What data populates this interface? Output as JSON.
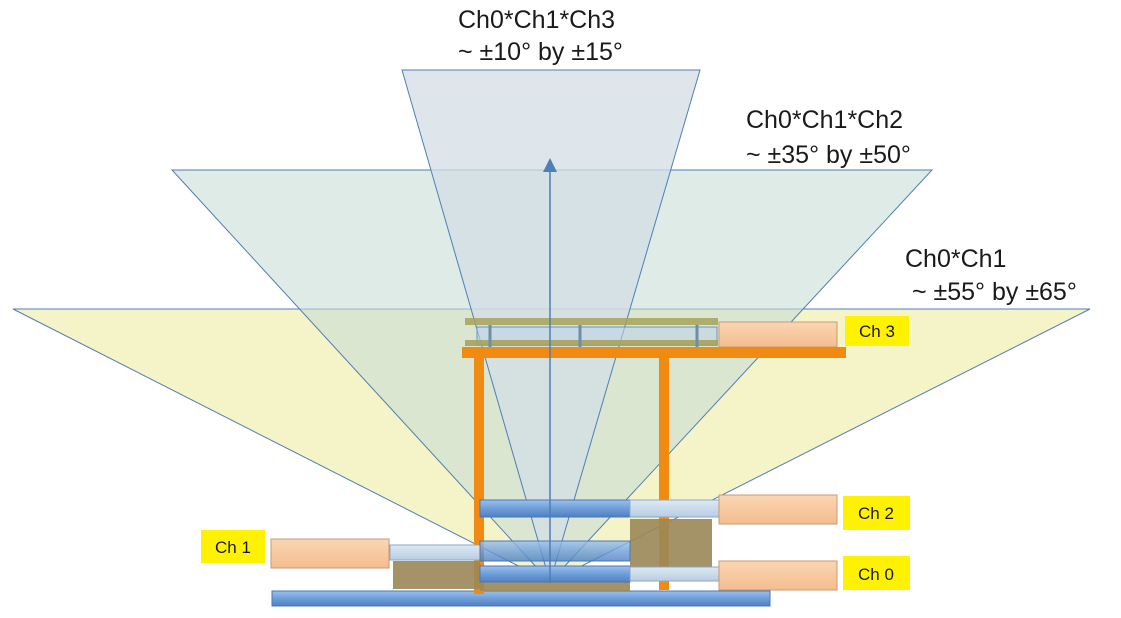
{
  "cones": [
    {
      "product": "Ch0*Ch1*Ch3",
      "range": "~ ±10° by ±15°"
    },
    {
      "product": "Ch0*Ch1*Ch2",
      "range": "~ ±35° by ±50°"
    },
    {
      "product": "Ch0*Ch1",
      "range": " ~ ±55° by ±65°"
    }
  ],
  "channels": {
    "ch0": "Ch 0",
    "ch1": "Ch 1",
    "ch2": "Ch 2",
    "ch3": "Ch 3"
  },
  "colors": {
    "cone_yellow": "#f2efb6",
    "cone_teal": "#c7ddd8",
    "cone_blue": "#d0dde6",
    "cone_edge": "#4f7fb4",
    "frame_orange": "#f08a10",
    "bar_blue": "#6e9ed8",
    "pad_peach": "#f8c9a0",
    "block_olive": "#9a8757",
    "tag_yellow": "#fff200"
  }
}
